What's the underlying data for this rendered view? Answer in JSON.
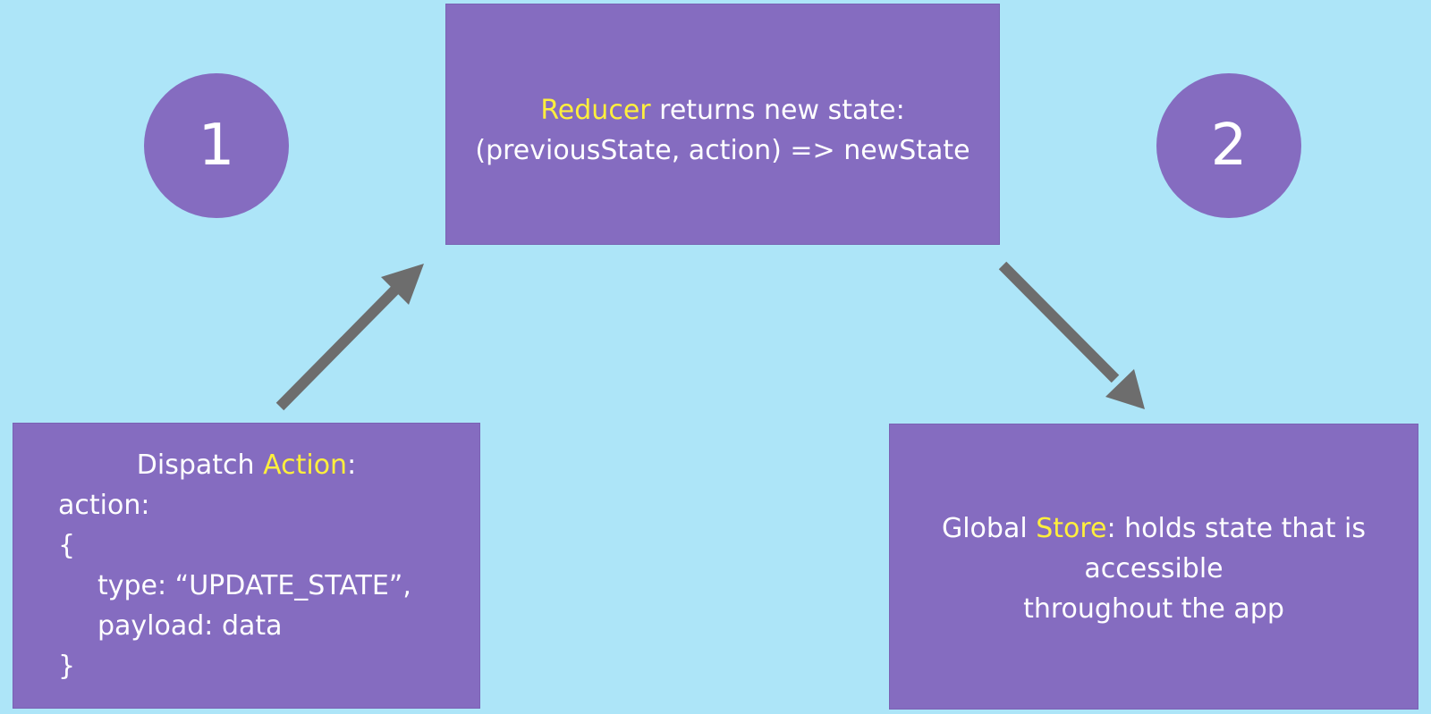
{
  "steps": {
    "first": "1",
    "second": "2"
  },
  "reducer": {
    "highlight": "Reducer",
    "text": " returns new state:",
    "signature": "(previousState, action) => newState"
  },
  "dispatch": {
    "prefix": "Dispatch ",
    "highlight": "Action",
    "suffix": ":",
    "code": [
      "action:",
      "{",
      "type: “UPDATE_STATE”,",
      "payload: data",
      "}"
    ]
  },
  "store": {
    "prefix": "Global ",
    "highlight": "Store",
    "text": ": holds state that is",
    "line2": "accessible",
    "line3": "throughout the app"
  },
  "colors": {
    "background": "#ade5f8",
    "box": "#856cc0",
    "highlight": "#ffef3c",
    "arrow": "#6d6d6d",
    "text": "#ffffff"
  }
}
